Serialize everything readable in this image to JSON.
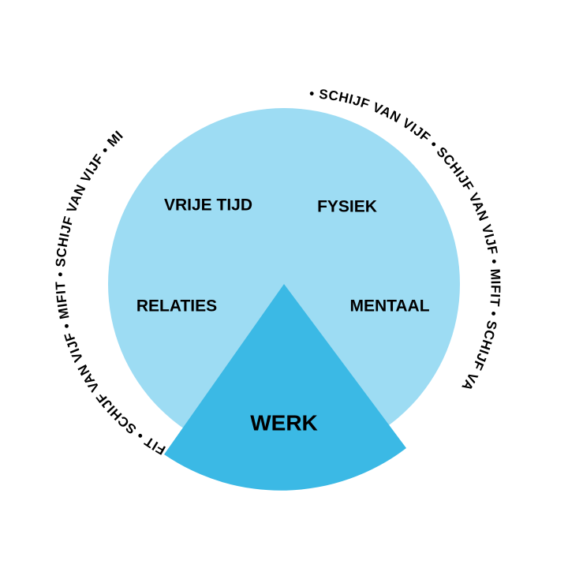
{
  "ring_text": {
    "left": "FIT • SCHIJF VAN VIJF • MIFIT • SCHIJF VAN VIJF • MI",
    "right": "• SCHIJF VAN VIJF • SCHIJF VAN VIJF • MIFIT • SCHIJF VA"
  },
  "segments": {
    "vrije_tijd": "VRIJE TIJD",
    "fysiek": "FYSIEK",
    "relaties": "RELATIES",
    "mentaal": "MENTAAL",
    "werk": "WERK"
  },
  "colors": {
    "circle": "#9ddcf3",
    "highlight": "#3bb9e5",
    "text": "#000000"
  }
}
